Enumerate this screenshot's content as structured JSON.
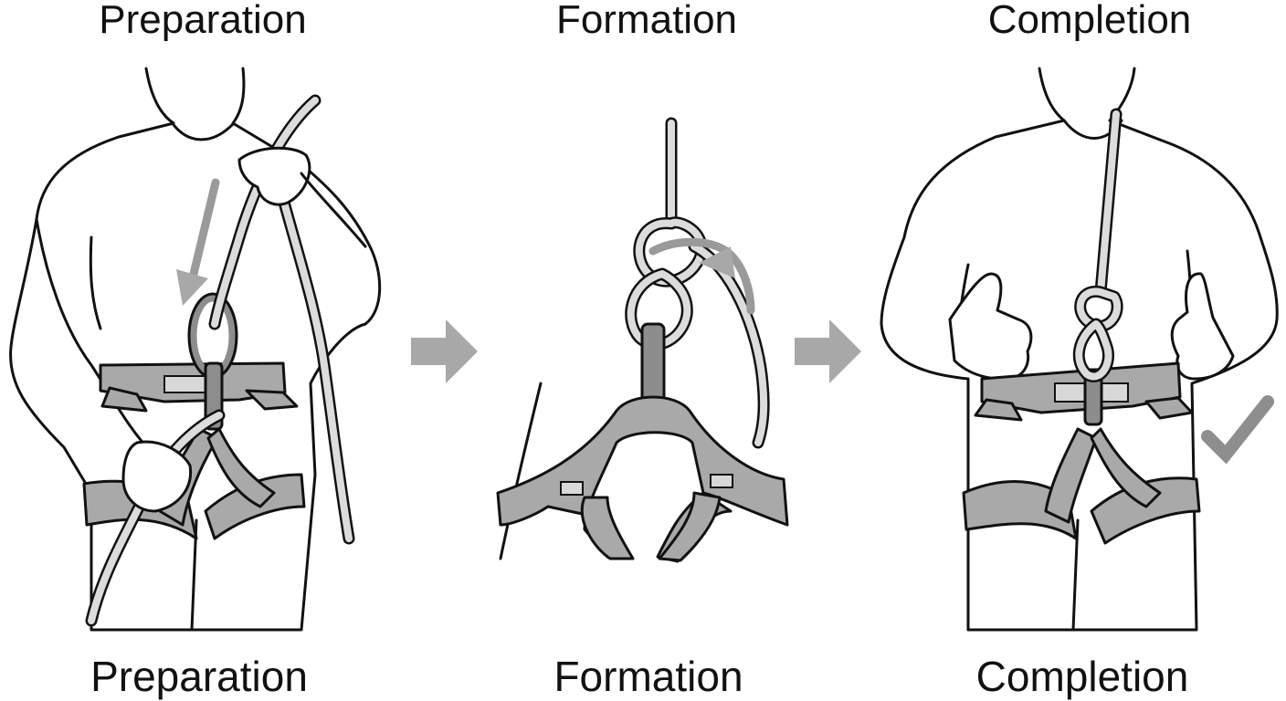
{
  "steps": [
    {
      "top_label": "Preparation",
      "bottom_label": "Preparation"
    },
    {
      "top_label": "Formation",
      "bottom_label": "Formation"
    },
    {
      "top_label": "Completion",
      "bottom_label": "Completion"
    }
  ],
  "icons": {
    "step_arrow_1": "right-arrow-icon",
    "step_arrow_2": "right-arrow-icon",
    "guide_arrow_down": "down-arrow-icon",
    "guide_arrow_curve": "curved-arrow-icon",
    "done_mark": "checkmark-icon"
  },
  "colors": {
    "ink": "#111111",
    "strap_gray": "#a9a9a9",
    "arrow_gray": "#a8a8a8",
    "background": "#ffffff"
  }
}
